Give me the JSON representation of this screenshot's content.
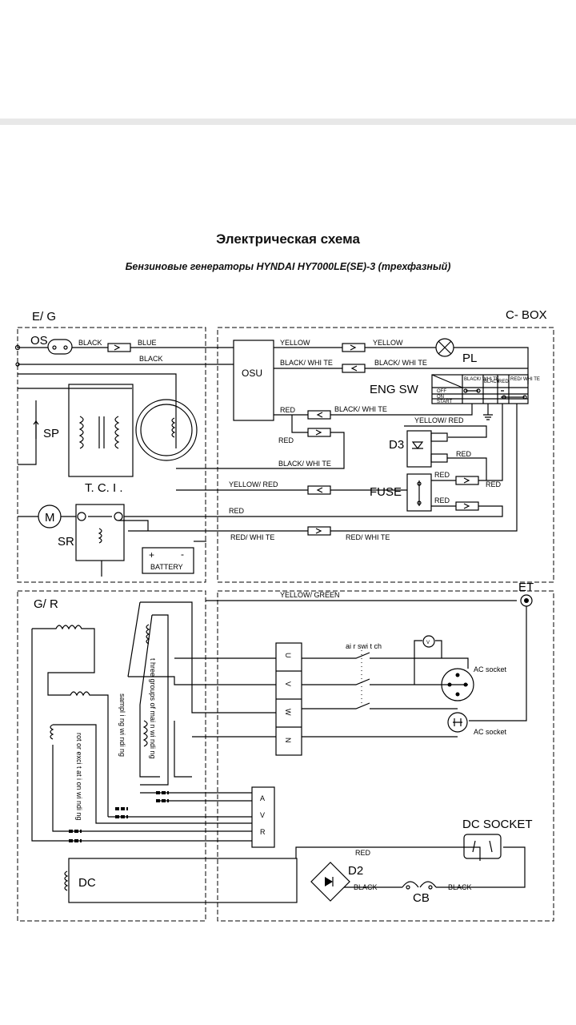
{
  "page": {
    "title": "Электрическая схема",
    "subtitle": "Бензиновые генераторы HYNDAI  HY7000LE(SE)-3 (трехфазный)"
  },
  "diagram": {
    "sections": {
      "eg": "E/ G",
      "cbox": "C- BOX",
      "gr": "G/ R"
    },
    "components": {
      "os": "OS",
      "osu": "OSU",
      "pl": "PL",
      "eng_sw": "ENG   SW",
      "sp": "SP",
      "tci": "T. C. I .",
      "m": "M",
      "sr": "SR",
      "battery": "BATTERY",
      "battery_plus": "+",
      "battery_minus": "-",
      "d3": "D3",
      "fuse": "FUSE",
      "et": "ET",
      "avr": [
        "A",
        "V",
        "R"
      ],
      "uvwn": [
        "U",
        "V",
        "W",
        "N"
      ],
      "dc_socket": "DC  SOCKET",
      "d2": "D2",
      "cb": "CB",
      "dc": "DC",
      "air_switch": "ai r  swi t ch",
      "ac_socket_1": "AC socket",
      "ac_socket_2": "AC socket",
      "voltmeter": "V"
    },
    "switch_table": {
      "headers": [
        "BLACK/ WHI TE",
        "BLACK",
        "RED",
        "RED/ WHI TE"
      ],
      "rows": [
        "OFF",
        "ON",
        "START"
      ]
    },
    "windings": {
      "main": "t hree groups of  mai n wi ndi ng",
      "sampling": "sampl i ng wi ndi ng",
      "rotor": "rot or  exci t at i on  wi ndi ng"
    },
    "wires": {
      "os_black": "BLACK",
      "os_blue": "BLUE",
      "os_black2": "BLACK",
      "pl_yellow_l": "YELLOW",
      "pl_yellow_r": "YELLOW",
      "osu_bw": "BLACK/ WHI TE",
      "pl_bw": "BLACK/ WHI TE",
      "red1": "RED",
      "bw_mid": "BLACK/ WHI TE",
      "red2": "RED",
      "yellow_red_top": "YELLOW/ RED",
      "bw_low": "BLACK/ WHI TE",
      "d3_red": "RED",
      "fuse_red1": "RED",
      "fuse_red2": "RED",
      "fuse_red3": "RED",
      "yellow_red_mid": "YELLOW/ RED",
      "red_mid": "RED",
      "rw_left": "RED/ WHI TE",
      "rw_right": "RED/ WHI TE",
      "yellow_green": "YELLOW/ GREEN",
      "dc_red": "RED",
      "cb_black_l": "BLACK",
      "cb_black_r": "BLACK"
    }
  }
}
